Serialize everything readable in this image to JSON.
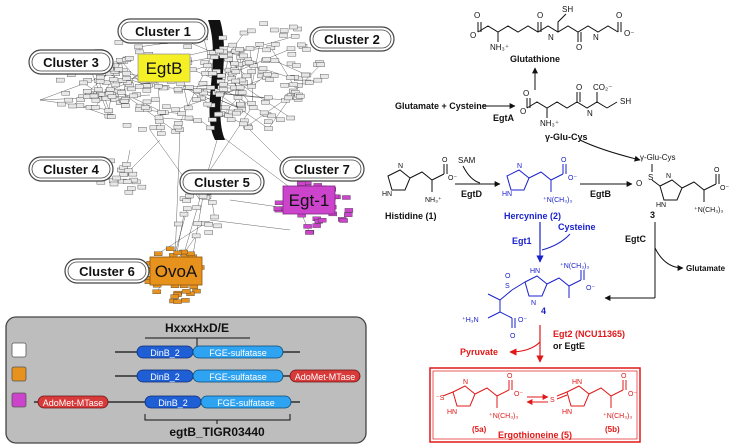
{
  "network": {
    "clusters": [
      {
        "id": "cluster-1",
        "label": "Cluster 1"
      },
      {
        "id": "cluster-2",
        "label": "Cluster 2"
      },
      {
        "id": "cluster-3",
        "label": "Cluster 3"
      },
      {
        "id": "cluster-4",
        "label": "Cluster 4"
      },
      {
        "id": "cluster-5",
        "label": "Cluster 5"
      },
      {
        "id": "cluster-6",
        "label": "Cluster 6"
      },
      {
        "id": "cluster-7",
        "label": "Cluster 7"
      }
    ],
    "enzyme_tags": {
      "egtb": "EgtB",
      "egt1": "Egt-1",
      "ovoa": "OvoA"
    },
    "colors": {
      "egtb_tag": "#f5f025",
      "egt1": "#cc44cc",
      "ovoa": "#e8921e",
      "node_gray": "#e8e8e8"
    }
  },
  "domain_panel": {
    "motif": "HxxxHxD/E",
    "footer": "egtB_TIGR03440",
    "rows": [
      {
        "swatch": "#ffffff",
        "domains": [
          "DinB_2",
          "FGE-sulfatase"
        ]
      },
      {
        "swatch": "#e8921e",
        "domains": [
          "DinB_2",
          "FGE-sulfatase",
          "AdoMet-MTase"
        ]
      },
      {
        "swatch": "#cc44cc",
        "domains": [
          "AdoMet-MTase",
          "DinB_2",
          "FGE-sulfatase"
        ]
      }
    ],
    "colors": {
      "dinb": "#1f5fd6",
      "fge": "#2ea3f2",
      "mtase": "#d83a3a",
      "panel": "#bdbdbd"
    }
  },
  "pathway": {
    "glutathione": "Glutathione",
    "glu_cys_input": "Glutamate + Cysteine",
    "egta": "EgtA",
    "gamma_glu_cys": "γ-Glu-Cys",
    "sam": "SAM",
    "egtd": "EgtD",
    "histidine": "Histidine (1)",
    "hercynine": "Hercynine (2)",
    "egtb": "EgtB",
    "gamma_glu_cys_sub": "γ-Glu-Cys",
    "compound3": "3",
    "egtc": "EgtC",
    "glutamate": "Glutamate",
    "egt1": "Egt1",
    "cysteine": "Cysteine",
    "compound4": "4",
    "egt2": "Egt2 (NCU11365)",
    "or_egte": "or EgtE",
    "pyruvate": "Pyruvate",
    "compound5a": "(5a)",
    "compound5b": "(5b)",
    "ergothioneine": "Ergothioneine (5)",
    "colors": {
      "black": "#111111",
      "blue": "#1a22cc",
      "red": "#e01818"
    }
  }
}
